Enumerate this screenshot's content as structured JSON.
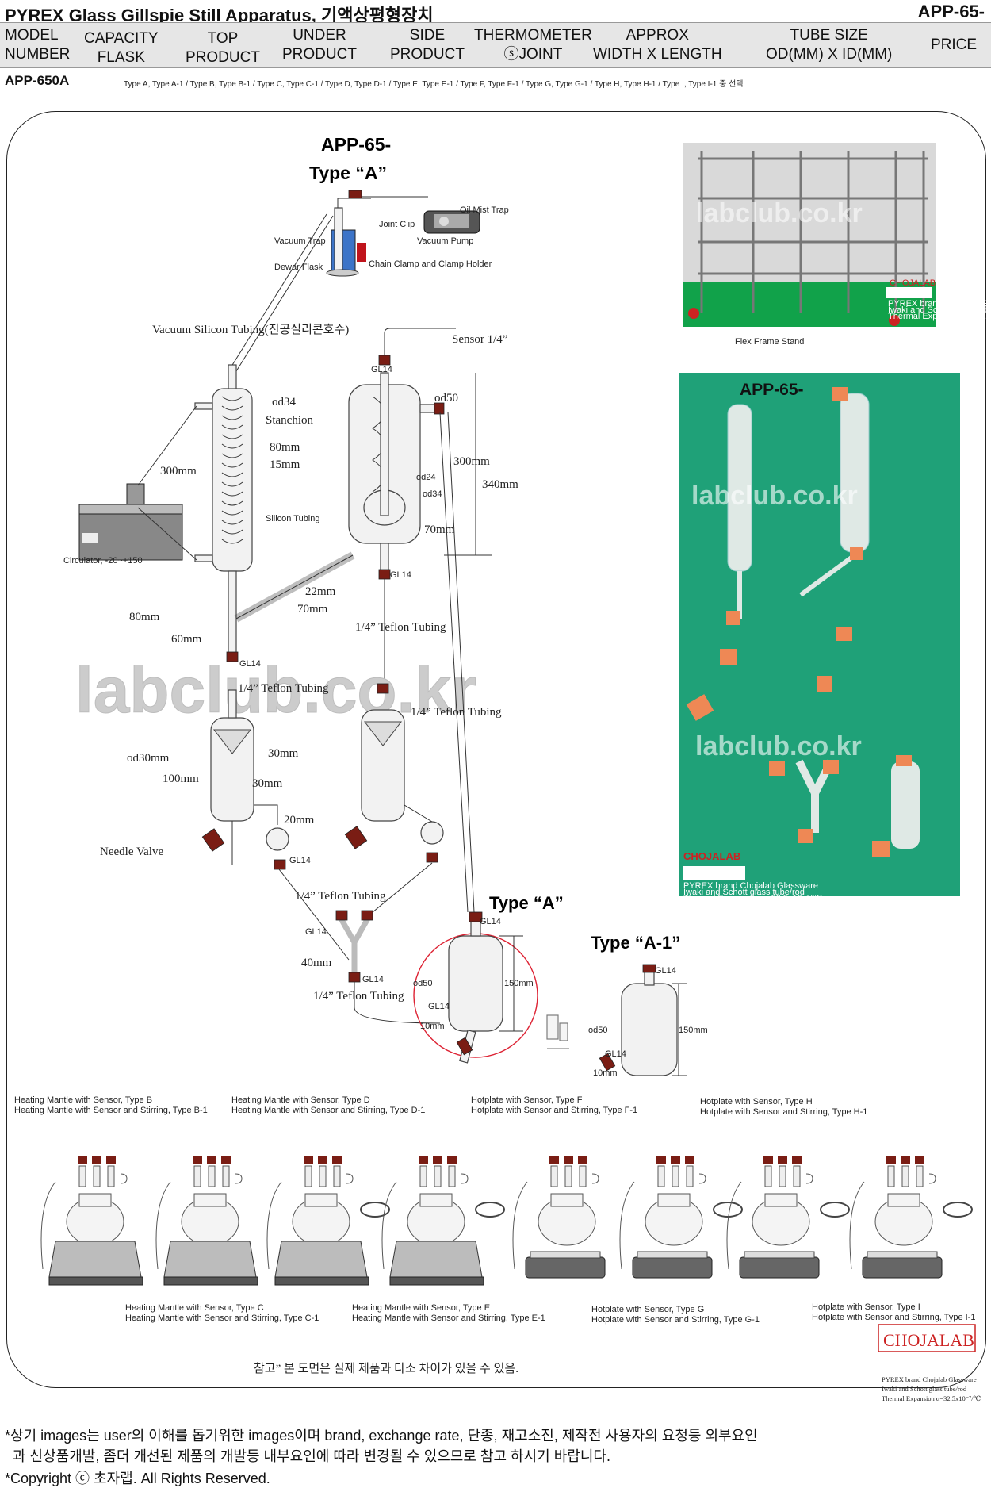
{
  "title": "PYREX Glass Gillspie Still Apparatus, 기액상평형장치",
  "product_code": "APP-65-",
  "columns": [
    {
      "top": "MODEL",
      "bottom": "NUMBER"
    },
    {
      "top": "CAPACITY",
      "bottom": "FLASK"
    },
    {
      "top": "TOP",
      "bottom": "PRODUCT"
    },
    {
      "top": "UNDER",
      "bottom": "PRODUCT"
    },
    {
      "top": "SIDE",
      "bottom": "PRODUCT"
    },
    {
      "top": "THERMOMETER",
      "bottom": "ⓢJOINT"
    },
    {
      "top": "APPROX",
      "bottom": "WIDTH X LENGTH"
    },
    {
      "top": "TUBE SIZE",
      "bottom": "OD(MM) X ID(MM)"
    },
    {
      "top": "PRICE",
      "bottom": ""
    }
  ],
  "model_row": {
    "model": "APP-650A",
    "types": "Type A, Type A-1 / Type B, Type B-1 / Type C, Type C-1 / Type D, Type D-1 / Type E, Type E-1 / Type F, Type F-1 / Type G, Type G-1 / Type H, Type H-1 / Type I, Type I-1 중 선택"
  },
  "diagram": {
    "main_title_1": "APP-65-",
    "main_title_2": "Type “A”",
    "oil_mist_trap": "Oil Mist Trap",
    "joint_clip": "Joint Clip",
    "vacuum_trap": "Vacuum Trap",
    "vacuum_pump": "Vacuum Pump",
    "dewar_flask": "Dewar Flask",
    "chain_clamp": "Chain Clamp and Clamp Holder",
    "vacuum_tubing": "Vacuum Silicon Tubing(진공실리콘호수)",
    "sensor": "Sensor 1/4”",
    "gl14": "GL14",
    "od34": "od34",
    "od50": "od50",
    "stanchion": "Stanchion",
    "chojalab": "CHOJALAB",
    "d80": "80mm",
    "d15": "15mm",
    "d300": "300mm",
    "d340": "340mm",
    "od24": "od24",
    "d70": "70mm",
    "silicon_tubing": "Silicon Tubing",
    "circulator": "Circulator, -20~+150",
    "d22": "22mm",
    "d60": "60mm",
    "teflon": "1/4” Teflon Tubing",
    "od30": "od30mm",
    "d100": "100mm",
    "d30": "30mm",
    "d20": "20mm",
    "needle_valve": "Needle Valve",
    "d40": "40mm",
    "d150": "150mm",
    "d10": "10mm",
    "type_a": "Type “A”",
    "type_a1": "Type “A-1”"
  },
  "photos": {
    "frame_caption": "Flex Frame Stand",
    "glass_title": "APP-65-",
    "watermark": "labclub.co.kr",
    "big_watermark": "labclub.co.kr",
    "brand": "CHOJALAB",
    "small_note_1": "PYREX brand Chojalab Glassware",
    "small_note_2": "Iwaki and Schott glass tube/rod",
    "small_note_3": "Thermal Expansion α=32.5x10⁻⁷/℃"
  },
  "heating": [
    {
      "l1": "Heating Mantle with Sensor, Type B",
      "l2": "Heating Mantle with Sensor and Stirring, Type B-1"
    },
    {
      "l1": "Heating Mantle with Sensor, Type C",
      "l2": "Heating Mantle with Sensor and Stirring, Type C-1"
    },
    {
      "l1": "Heating Mantle with Sensor, Type D",
      "l2": "Heating Mantle with Sensor and Stirring, Type D-1"
    },
    {
      "l1": "Heating Mantle with Sensor, Type E",
      "l2": "Heating Mantle with Sensor and Stirring, Type E-1"
    },
    {
      "l1": "Hotplate with Sensor, Type F",
      "l2": "Hotplate with Sensor and Stirring, Type F-1"
    },
    {
      "l1": "Hotplate with Sensor, Type G",
      "l2": "Hotplate with Sensor and Stirring, Type G-1"
    },
    {
      "l1": "Hotplate with Sensor, Type H",
      "l2": "Hotplate with Sensor and Stirring, Type H-1"
    },
    {
      "l1": "Hotplate with Sensor, Type I",
      "l2": "Hotplate with Sensor and Stirring, Type I-1"
    }
  ],
  "note": "참고” 본 도면은 실제 제품과 다소 차이가 있을 수 있음.",
  "footer": {
    "line1": "*상기 images는 user의 이해를 돕기위한 images이며 brand, exchange rate, 단종, 재고소진, 제작전 사용자의 요청등 외부요인",
    "line2": "과 신상품개발, 좀더 개선된 제품의 개발등 내부요인에 따라 변경될 수 있으므로 참고 하시기 바랍니다.",
    "line3": "*Copyright ⓒ 초자랩.     All Rights Reserved."
  }
}
